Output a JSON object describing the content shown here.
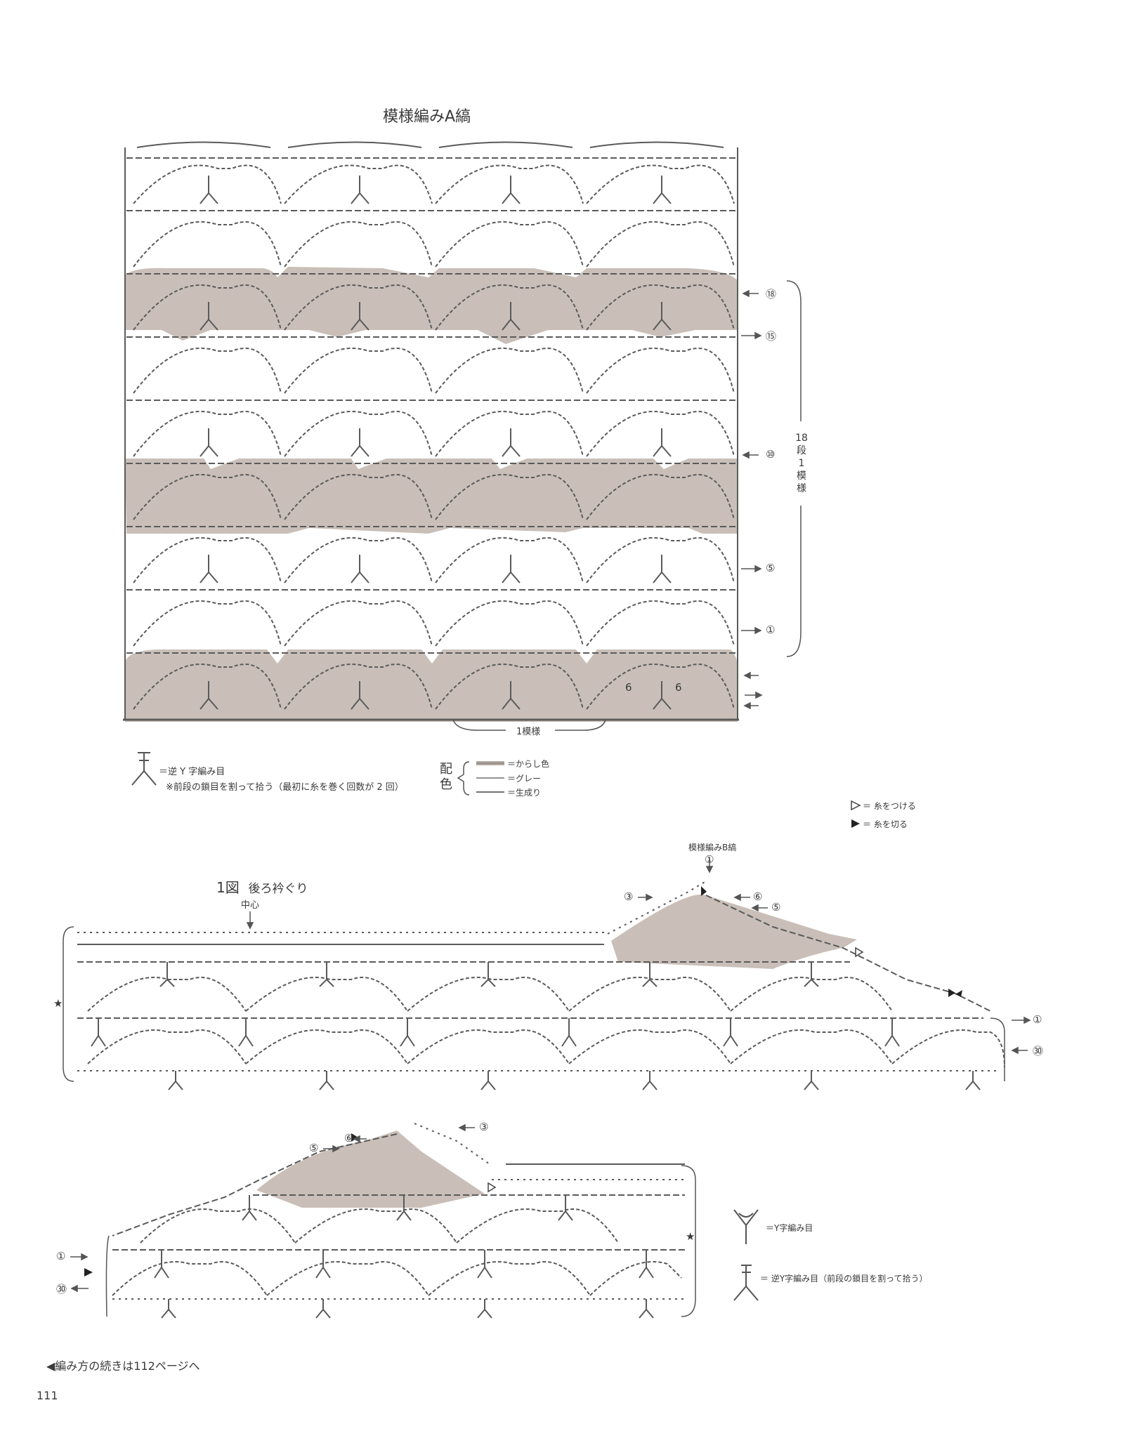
{
  "chartA": {
    "title": "模様編みA縞",
    "rows_label": [
      "18",
      "段",
      "1",
      "模",
      "様"
    ],
    "repeat_label": "1模様",
    "row_markers": [
      "⑱",
      "⑮",
      "⑩",
      "⑤",
      "①"
    ],
    "six_labels": [
      "6",
      "6"
    ]
  },
  "legend1": {
    "reverse_y": "＝逆 Y 字編み目",
    "reverse_y_note": "※前段の鎖目を割って拾う（最初に糸を巻く回数が 2 回）",
    "color_heading": [
      "配",
      "色"
    ],
    "colors": [
      {
        "label": "＝からし色",
        "swatch": "#b6aaa2"
      },
      {
        "label": "＝グレー",
        "swatch": "#6f6f6f"
      },
      {
        "label": "＝生成り",
        "swatch": "#444444"
      }
    ]
  },
  "legend2": {
    "attach": "＝ 糸をつける",
    "cut": "＝ 糸を切る"
  },
  "fig1": {
    "title": "1図",
    "subtitle": "後ろ衿ぐり",
    "center": "中心",
    "pattern_b": "模様編みB縞",
    "markers_top": [
      "①",
      "③",
      "⑥",
      "⑤"
    ],
    "markers_right": [
      "①",
      "㉚"
    ],
    "star": "★"
  },
  "fig2": {
    "markers_top": [
      "⑤",
      "⑥",
      "③"
    ],
    "markers_left": [
      "①",
      "㉚"
    ],
    "star": "★"
  },
  "legend3": {
    "y_stitch": "＝Y字編み目",
    "reverse_y_stitch": "＝ 逆Y字編み目（前段の鎖目を割って拾う）"
  },
  "footer": {
    "continue": "◀編み方の続きは112ページへ",
    "page_number": "111"
  },
  "colors": {
    "band": "#c9bfb8",
    "line": "#555555"
  }
}
